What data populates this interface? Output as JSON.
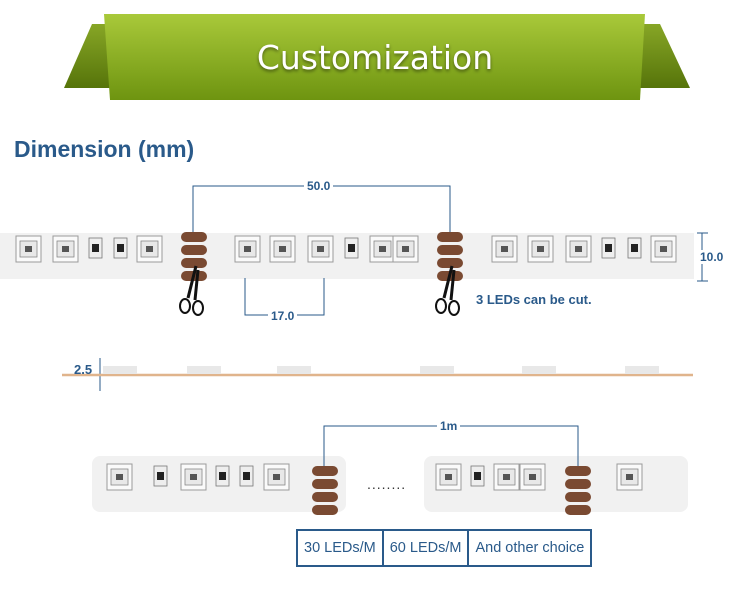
{
  "banner": {
    "title": "Customization"
  },
  "section": {
    "title": "Dimension (mm)"
  },
  "dimensions": {
    "pitch_cut": "50.0",
    "pitch_led": "17.0",
    "width": "10.0",
    "thickness": "2.5",
    "length": "1m"
  },
  "note": "3 LEDs can be cut.",
  "ellipsis": "........",
  "options": [
    "30 LEDs/M",
    "60 LEDs/M",
    "And other choice"
  ],
  "colors": {
    "accent": "#2a5a8a",
    "banner": "#8db21d",
    "copper": "#7a4a32",
    "strip": "#f1f1f1"
  },
  "icons": [
    "scissors-icon"
  ]
}
